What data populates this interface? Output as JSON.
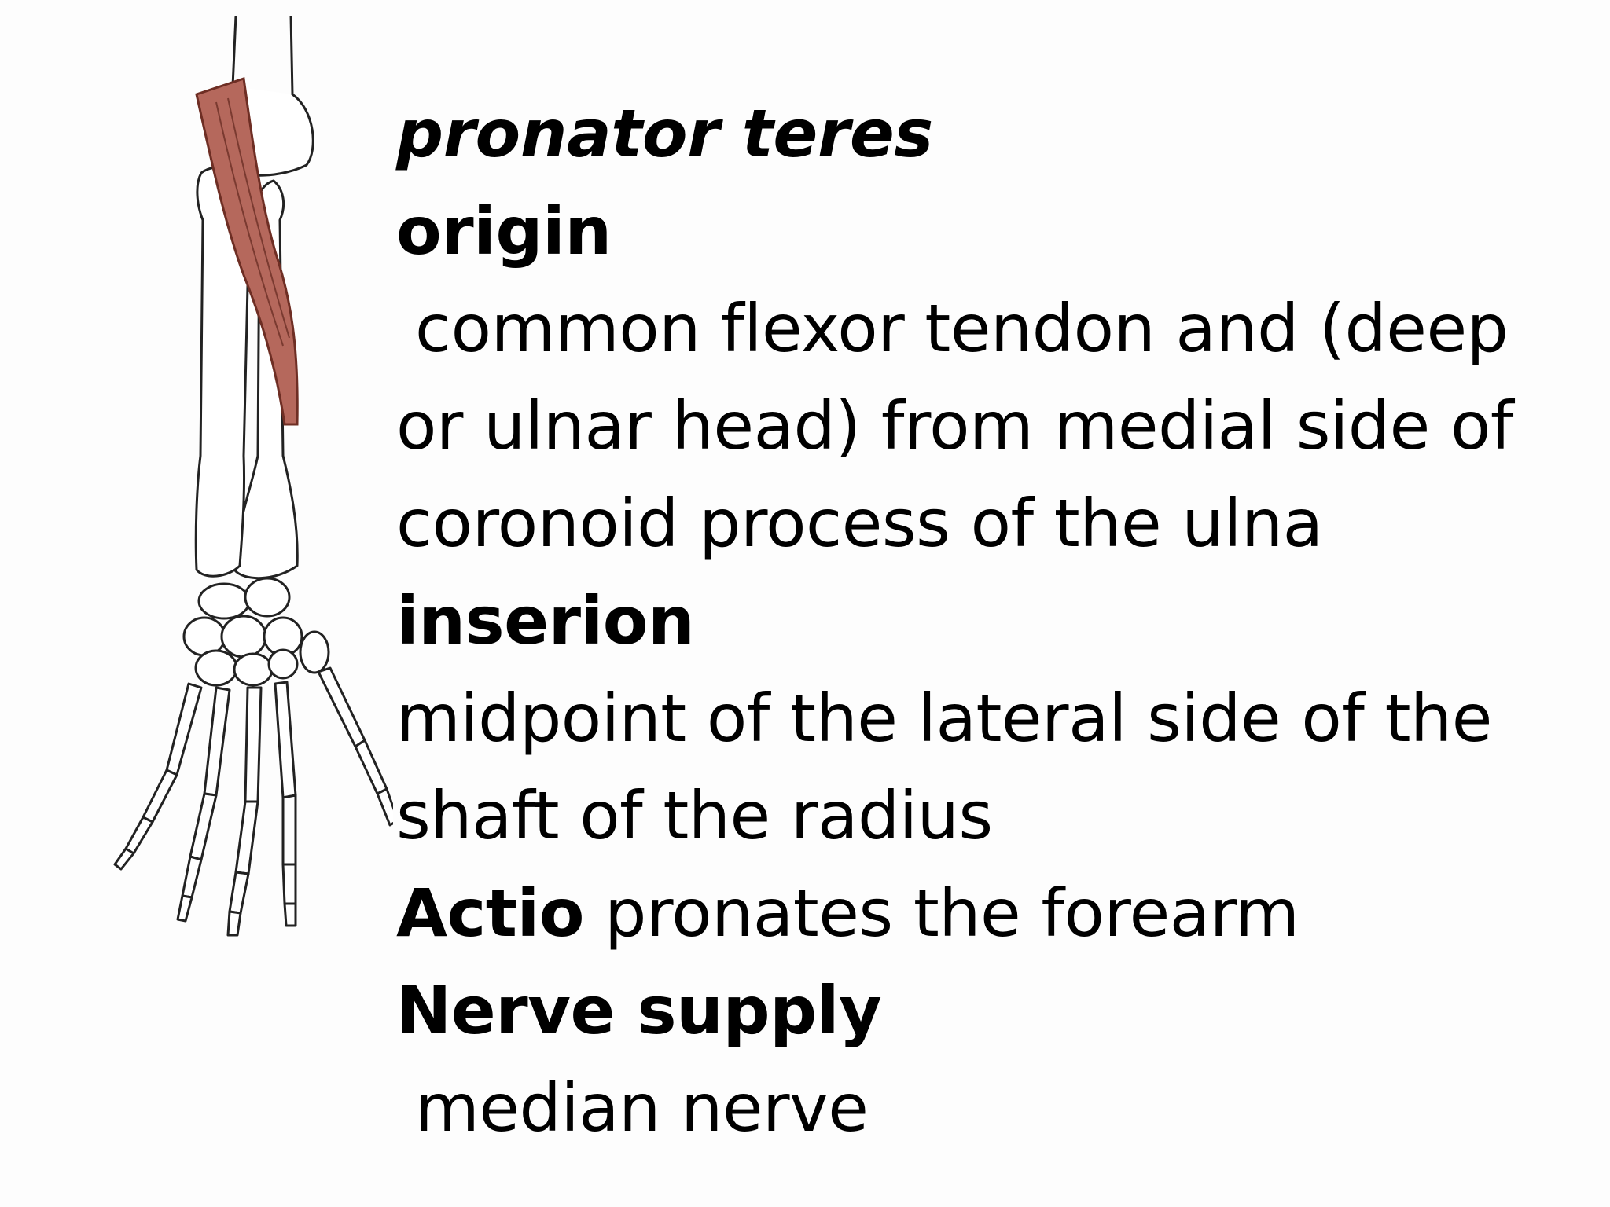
{
  "slide": {
    "title": "pronator teres",
    "origin": {
      "heading": "origin",
      "lines": [
        "common flexor tendon and (deep",
        "or ulnar head) from medial side of",
        "coronoid process of the ulna"
      ]
    },
    "insertion": {
      "heading": "inserion",
      "lines": [
        "midpoint of the lateral side of the",
        "shaft of the radius"
      ]
    },
    "action": {
      "heading": "Actio",
      "text": " pronates the forearm"
    },
    "nerve": {
      "heading": "Nerve supply",
      "text": "median nerve"
    }
  },
  "colors": {
    "muscle": "#b5685c",
    "muscle_outline": "#6e2e24",
    "bone_line": "#222222",
    "text": "#000000"
  }
}
